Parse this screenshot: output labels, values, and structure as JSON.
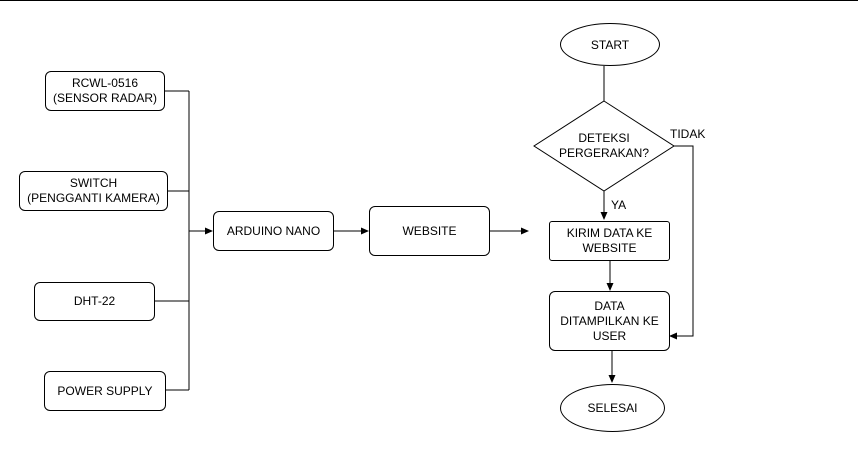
{
  "inputs": {
    "rcwl": "RCWL-0516\n(SENSOR RADAR)",
    "switch": "SWITCH\n(PENGGANTI KAMERA)",
    "dht": "DHT-22",
    "power": "POWER SUPPLY"
  },
  "blocks": {
    "arduino": "ARDUINO NANO",
    "website": "WEBSITE"
  },
  "flow": {
    "start": "START",
    "decision": "DETEKSI\nPERGERAKAN?",
    "yes_label": "YA",
    "no_label": "TIDAK",
    "send": "KIRIM DATA KE\nWEBSITE",
    "display": "DATA\nDITAMPILKAN KE\nUSER",
    "end": "SELESAI"
  }
}
